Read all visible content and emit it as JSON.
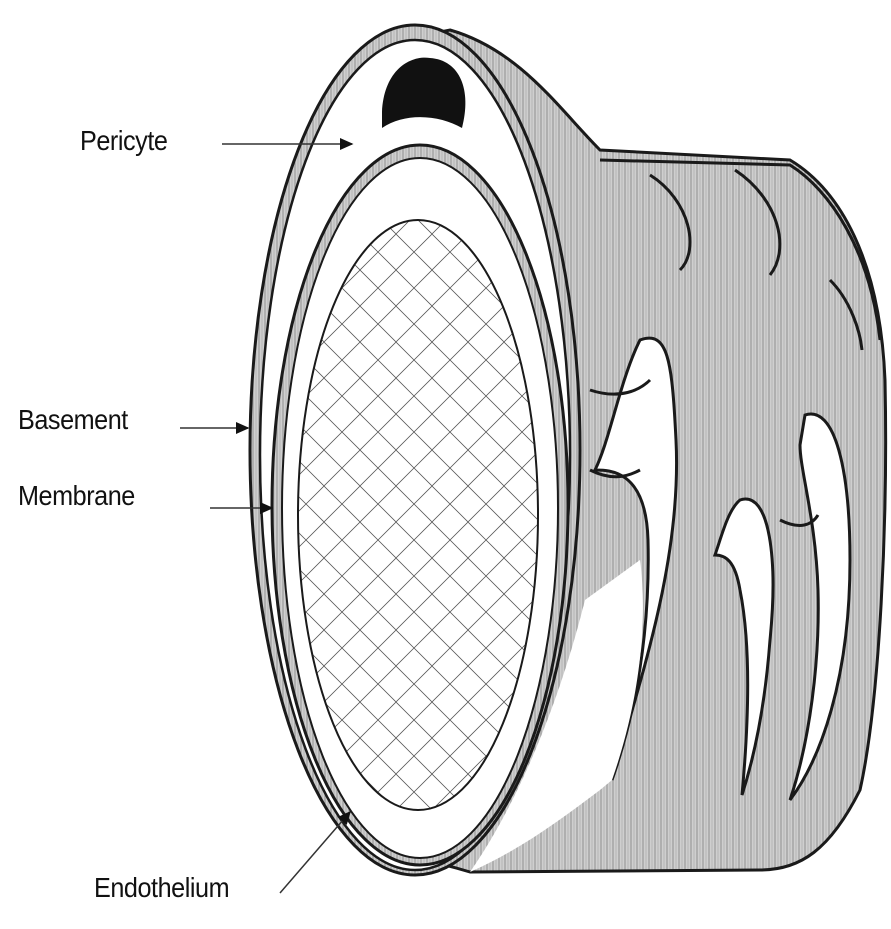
{
  "labels": {
    "pericyte": "Pericyte",
    "basement_line1": "Basement",
    "basement_line2": "Membrane",
    "endothelium": "Endothelium"
  },
  "colors": {
    "shading": "#bdbdbd",
    "ink": "#1a1a1a",
    "nucleus": "#111111",
    "background": "#ffffff"
  }
}
